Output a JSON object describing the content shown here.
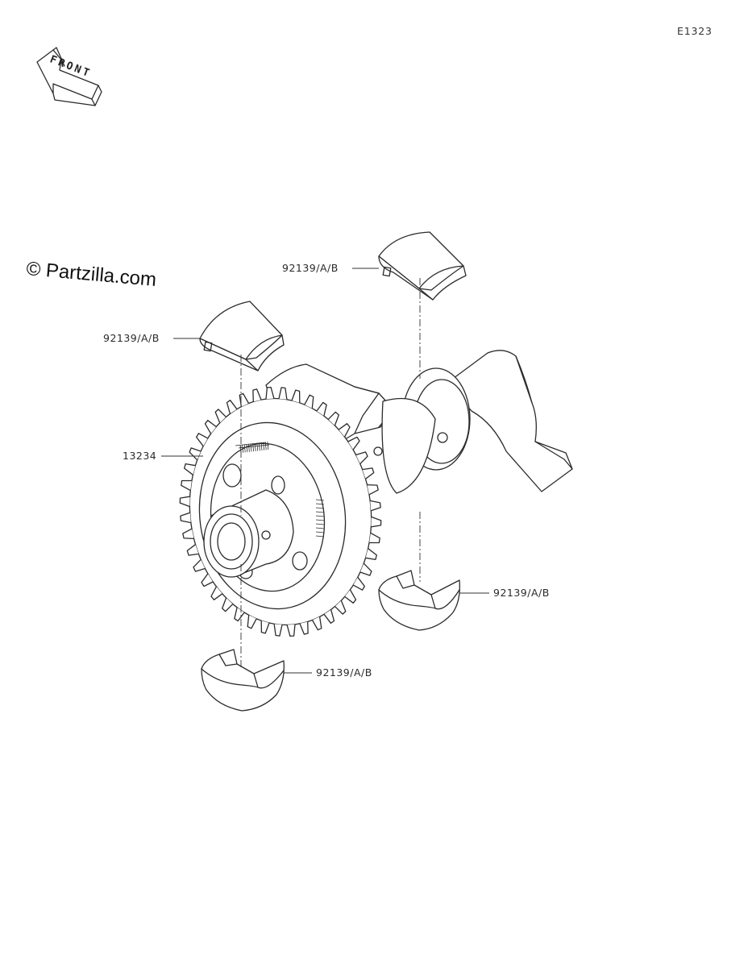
{
  "figure_code": "E1323",
  "watermark": "© Partzilla.com",
  "front_label": "FRONT",
  "parts": [
    {
      "id": "bearing-upper-right",
      "part_number": "92139/A/B"
    },
    {
      "id": "bearing-upper-left",
      "part_number": "92139/A/B"
    },
    {
      "id": "crankshaft-gear",
      "part_number": "13234"
    },
    {
      "id": "bearing-lower-right",
      "part_number": "92139/A/B"
    },
    {
      "id": "bearing-lower-left",
      "part_number": "92139/A/B"
    }
  ],
  "colors": {
    "line": "#2b2b2b",
    "background": "#ffffff"
  }
}
